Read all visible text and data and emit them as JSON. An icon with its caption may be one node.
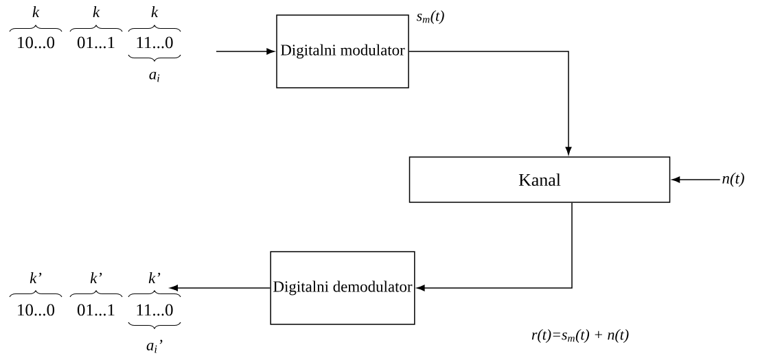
{
  "diagram": {
    "nodes": [
      {
        "text": [
          "Digitalni modulator"
        ]
      },
      {
        "text": [
          "Kanal"
        ]
      },
      {
        "text": [
          "Digitalni demodulator"
        ]
      },
      {
        "text": [
          "n(t)"
        ]
      }
    ],
    "edges": [
      {
        "from": null,
        "to": 0,
        "arrow": "to"
      },
      {
        "from": 0,
        "to": 1,
        "arrow": "to",
        "label": "s$_{m}$(t)"
      },
      {
        "from": 3,
        "to": 1,
        "arrow": "to"
      },
      {
        "from": 1,
        "to": 2,
        "arrow": "to",
        "label": "r(t)=s$_{m}$(t) + n(t)"
      },
      {
        "from": 2,
        "to": null,
        "arrow": "to"
      }
    ],
    "labels": [
      "k",
      "k",
      "k",
      "10...0",
      "01...1",
      "11...0",
      "a$_{i}$",
      "k’",
      "k’",
      "k’",
      "10...0",
      "01...1",
      "11...0",
      "a$_{i}$’"
    ]
  }
}
